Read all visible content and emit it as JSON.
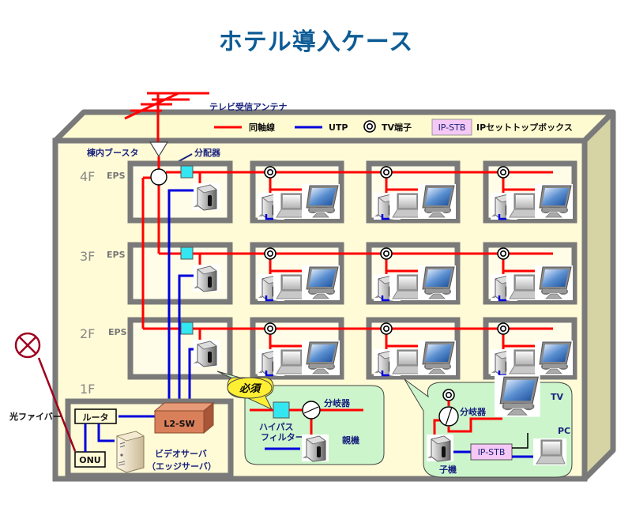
{
  "title": "ホテル導入ケース",
  "antenna_label": "テレビ受信アンテナ",
  "booster_label": "棟内ブースタ",
  "distributor_label": "分配器",
  "legend": {
    "coax": "同軸線",
    "utp": "UTP",
    "tv_outlet": "TV端子",
    "ipstb_box": "IP-STB",
    "ipstb_desc": "IPセットトップボックス"
  },
  "colors": {
    "coax": "#ff0000",
    "utp": "#0000dd",
    "fiber": "#a00020",
    "title": "#0e5c96",
    "building": "#fffbd6",
    "wall": "#7a7a7a",
    "callout": "#ccf5cc",
    "filter": "#33e6f0",
    "stb": "#f5c8f5",
    "switch": "#d9805a"
  },
  "floors": [
    {
      "label": "4F",
      "eps": "EPS"
    },
    {
      "label": "3F",
      "eps": "EPS"
    },
    {
      "label": "2F",
      "eps": "EPS"
    },
    {
      "label": "1F",
      "eps": ""
    }
  ],
  "first_floor": {
    "router": "ルータ",
    "onu": "ONU",
    "switch": "L2-SW",
    "video_server": "ビデオサーバ",
    "edge_server": "（エッジサーバ）"
  },
  "fiber_label": "光ファイバー",
  "callout_master": {
    "badge": "必須",
    "splitter": "分岐器",
    "filter": "ハイパス\nフィルター",
    "filter_line1": "ハイパス",
    "filter_line2": "フィルター",
    "device": "親機"
  },
  "callout_room": {
    "splitter": "分岐器",
    "tv": "TV",
    "pc": "PC",
    "stb": "IP-STB",
    "device": "子機"
  }
}
